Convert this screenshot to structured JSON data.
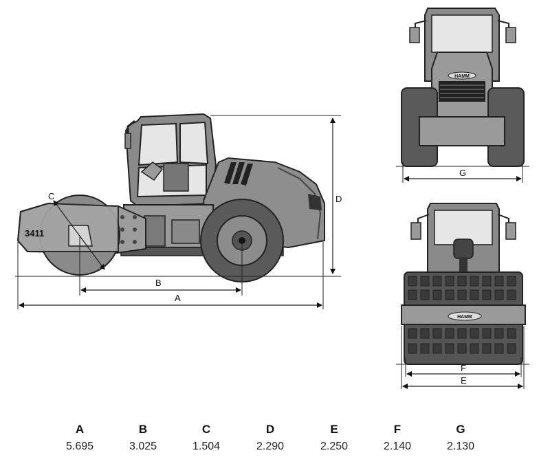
{
  "model_label": "3411",
  "brand_label": "HAMM",
  "dimension_labels": {
    "a": "A",
    "b": "B",
    "c": "C",
    "d": "D",
    "e": "E",
    "f": "F",
    "g": "G"
  },
  "specs": [
    {
      "letter": "A",
      "value": "5.695"
    },
    {
      "letter": "B",
      "value": "3.025"
    },
    {
      "letter": "C",
      "value": "1.504"
    },
    {
      "letter": "D",
      "value": "2.290"
    },
    {
      "letter": "E",
      "value": "2.250"
    },
    {
      "letter": "F",
      "value": "2.140"
    },
    {
      "letter": "G",
      "value": "2.130"
    }
  ]
}
